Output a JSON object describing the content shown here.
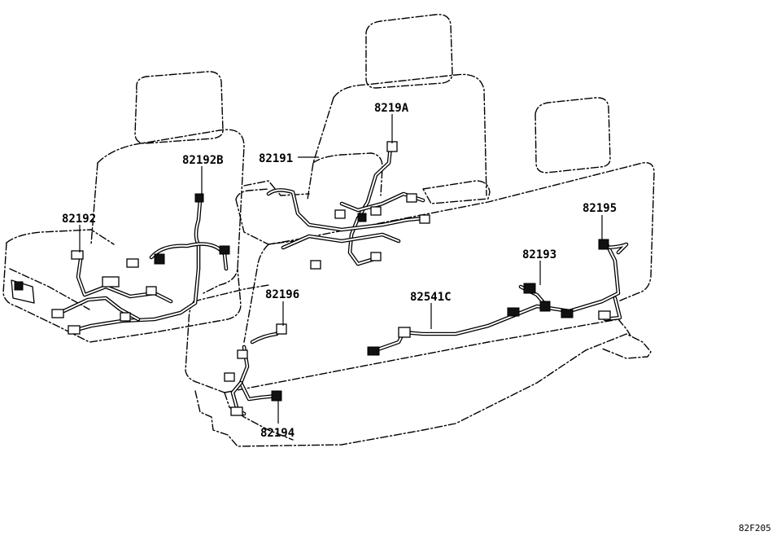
{
  "parts": [
    {
      "id": "p-82192B",
      "label": "82192B"
    },
    {
      "id": "p-82191",
      "label": "82191"
    },
    {
      "id": "p-8219A",
      "label": "8219A"
    },
    {
      "id": "p-82192",
      "label": "82192"
    },
    {
      "id": "p-82195",
      "label": "82195"
    },
    {
      "id": "p-82193",
      "label": "82193"
    },
    {
      "id": "p-82541C",
      "label": "82541C"
    },
    {
      "id": "p-82196",
      "label": "82196"
    },
    {
      "id": "p-82194",
      "label": "82194"
    }
  ],
  "figure_code": "82F205"
}
